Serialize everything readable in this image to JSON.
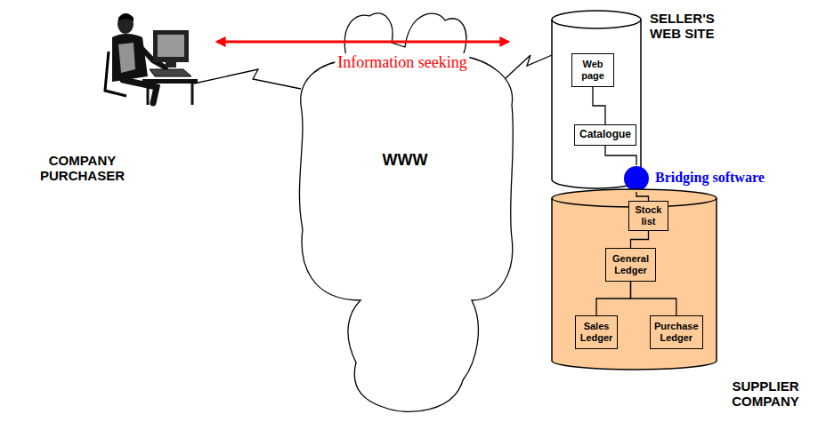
{
  "diagram": {
    "nodes": [
      {
        "text": [
          "WWW"
        ]
      },
      {
        "text": [
          "SELLER'S WEB SITE"
        ]
      },
      {
        "text": [
          "Web page"
        ],
        "in": 1
      },
      {
        "text": [
          "Catalogue"
        ],
        "in": 1
      },
      {
        "text": [
          "Bridging software"
        ]
      },
      {
        "text": [
          "SUPPLIER COMPANY"
        ]
      },
      {
        "text": [
          "Stock list"
        ],
        "in": 5
      },
      {
        "text": [
          "General Ledger"
        ],
        "in": 5
      },
      {
        "text": [
          "Sales Ledger"
        ],
        "in": 5
      },
      {
        "text": [
          "Purchase Ledger"
        ],
        "in": 5
      }
    ],
    "edges": [
      {
        "from": 0,
        "to": 1,
        "arrow": "none"
      },
      {
        "from": 2,
        "to": 3,
        "arrow": "none"
      },
      {
        "from": 3,
        "to": 4,
        "arrow": "none"
      },
      {
        "from": 4,
        "to": 6,
        "arrow": "none"
      },
      {
        "from": 6,
        "to": 7,
        "arrow": "none"
      },
      {
        "from": 7,
        "to": 8,
        "arrow": "none"
      },
      {
        "from": 7,
        "to": 9,
        "arrow": "none"
      }
    ],
    "labels": [
      "Information seeking",
      "COMPANY PURCHASER"
    ]
  }
}
